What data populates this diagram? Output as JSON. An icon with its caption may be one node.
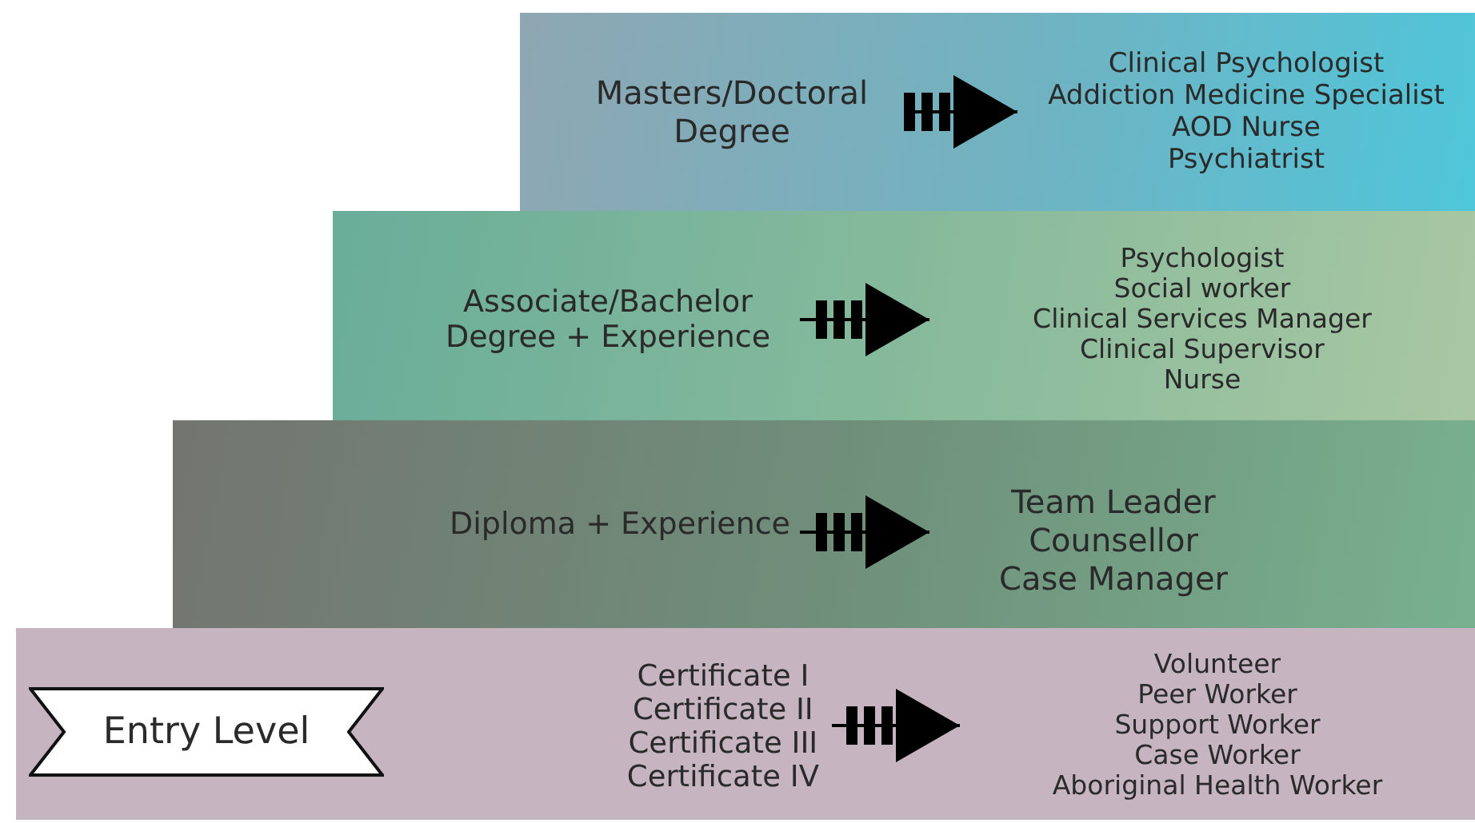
{
  "diagram": {
    "nodes": [
      {
        "text": [],
        "shape": "box"
      },
      {
        "text": [
          "Masters/Doctoral Degree"
        ],
        "in": 0
      },
      {
        "text": [
          "Clinical Psychologist",
          "Addiction Medicine Specialist",
          "AOD Nurse",
          "Psychiatrist"
        ],
        "in": 0
      },
      {
        "text": [],
        "shape": "box"
      },
      {
        "text": [
          "Associate/Bachelor Degree + Experience"
        ],
        "in": 3
      },
      {
        "text": [
          "Psychologist",
          "Social worker",
          "Clinical Services Manager",
          "Clinical Supervisor",
          "Nurse"
        ],
        "in": 3
      },
      {
        "text": [],
        "shape": "box"
      },
      {
        "text": [
          "Diploma + Experience"
        ],
        "in": 6
      },
      {
        "text": [
          "Team Leader",
          "Counsellor",
          "Case Manager"
        ],
        "in": 6
      },
      {
        "text": [],
        "shape": "box"
      },
      {
        "text": [
          "Entry Level"
        ],
        "in": 9
      },
      {
        "text": [
          "Certificate I",
          "Certificate II",
          "Certificate III",
          "Certificate IV"
        ],
        "in": 9
      },
      {
        "text": [
          "Volunteer",
          "Peer Worker",
          "Support Worker",
          "Case Worker",
          "Aboriginal Health Worker"
        ],
        "in": 9
      }
    ],
    "edges": [
      {
        "from": 1,
        "to": 2,
        "arrow": "to"
      },
      {
        "from": 4,
        "to": 5,
        "arrow": "to"
      },
      {
        "from": 7,
        "to": 8,
        "arrow": "to"
      },
      {
        "from": 11,
        "to": 12,
        "arrow": "to"
      }
    ]
  }
}
